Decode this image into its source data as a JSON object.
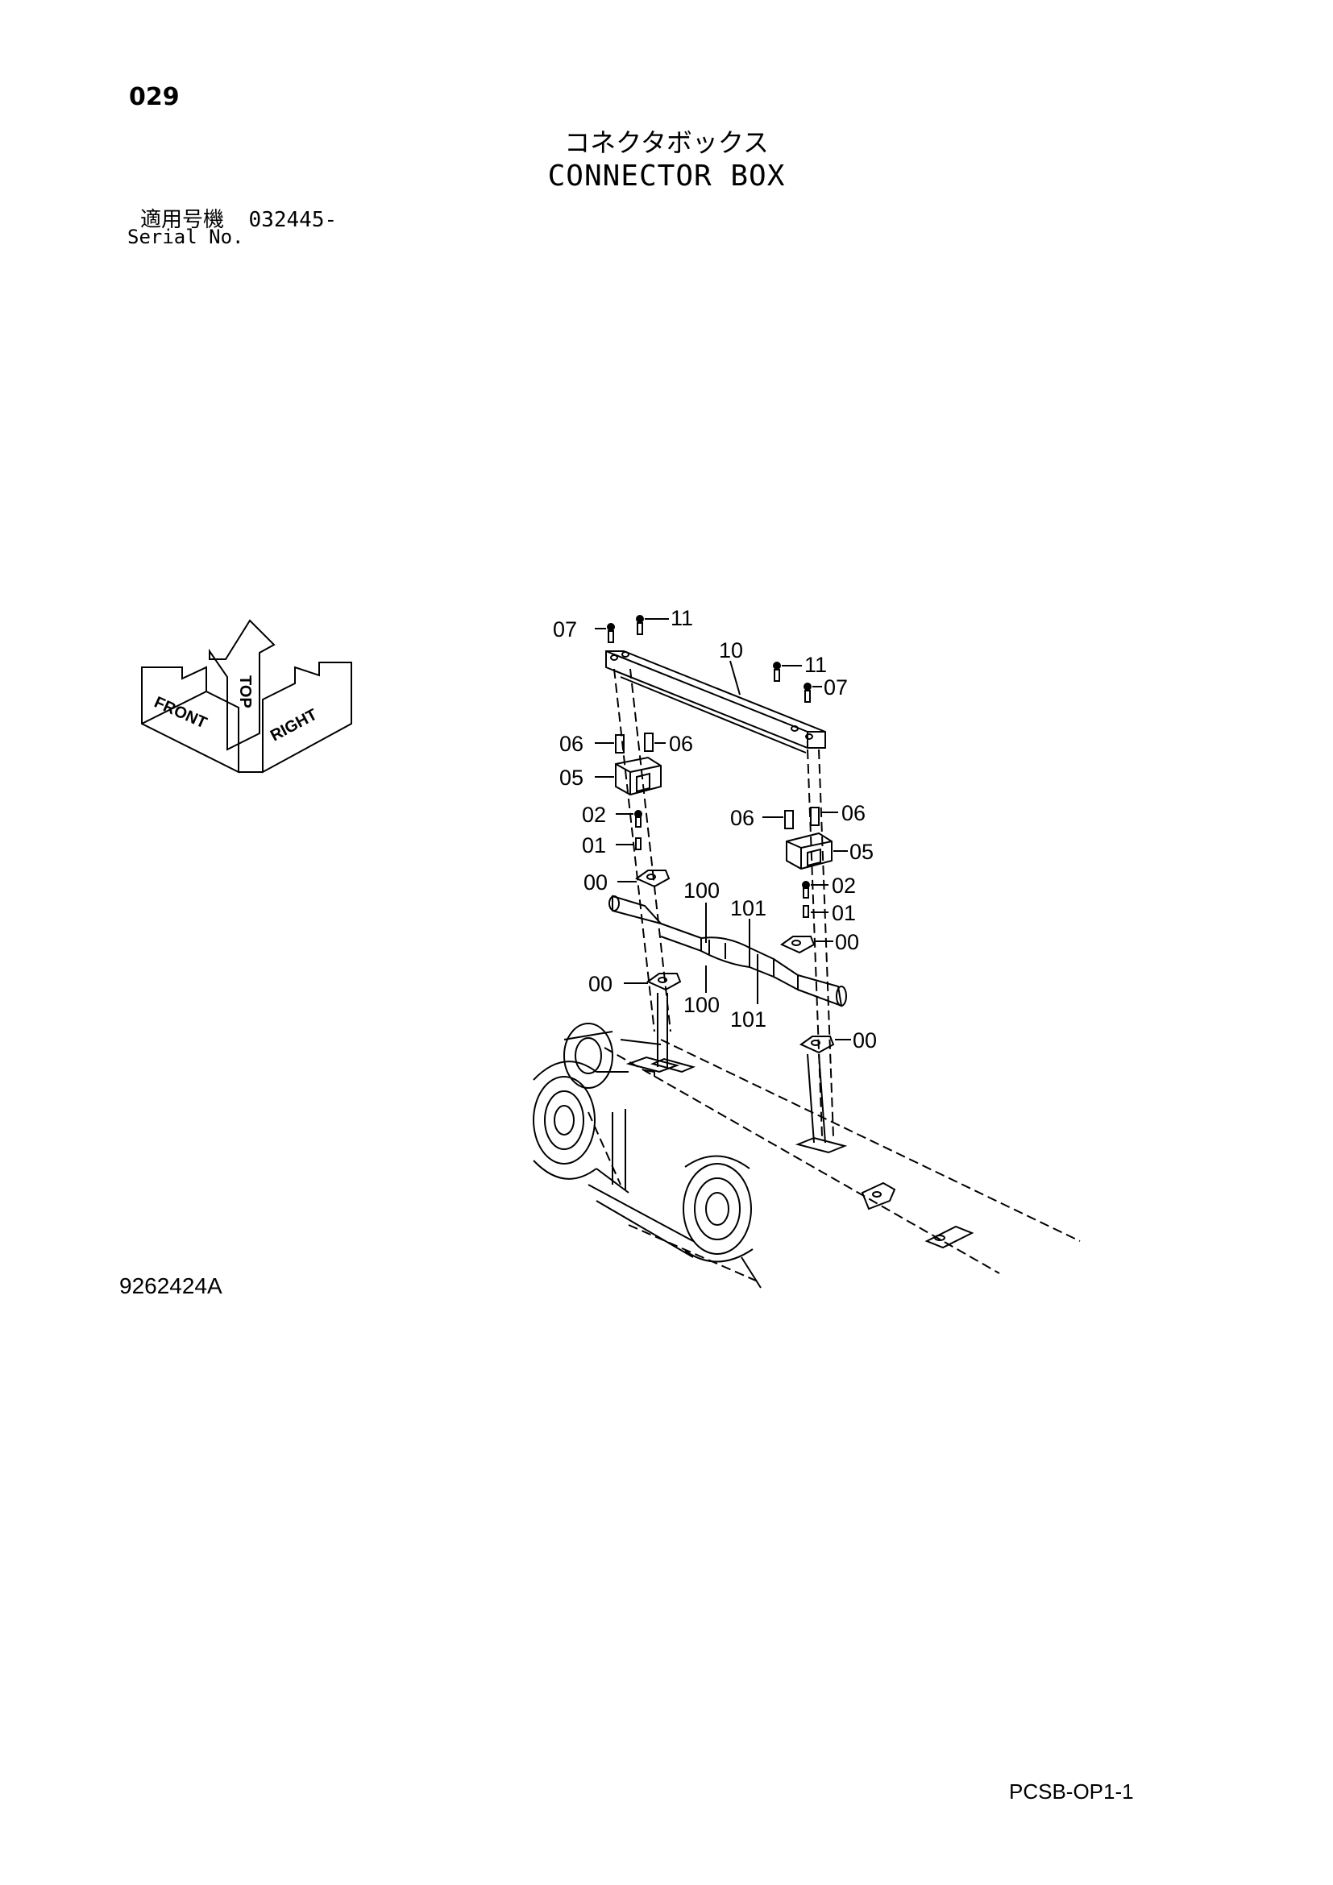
{
  "header": {
    "page_number": "029",
    "title_jp": "コネクタボックス",
    "title_en": "CONNECTOR BOX",
    "serial_label_jp": "適用号機",
    "serial_value": "032445-",
    "serial_label_en": "Serial No."
  },
  "orientation": {
    "top": "TOP",
    "front": "FRONT",
    "right": "RIGHT"
  },
  "callouts": {
    "c07a": "07",
    "c11a": "11",
    "c10": "10",
    "c11b": "11",
    "c07b": "07",
    "c06a": "06",
    "c06b": "06",
    "c05a": "05",
    "c02a": "02",
    "c01a": "01",
    "c00a": "00",
    "c06c": "06",
    "c06d": "06",
    "c05b": "05",
    "c100a": "100",
    "c101a": "101",
    "c02b": "02",
    "c01b": "01",
    "c00b": "00",
    "c00c": "00",
    "c100b": "100",
    "c101b": "101",
    "c00d": "00"
  },
  "footer": {
    "figure_id": "9262424A",
    "page_code": "PCSB-OP1-1"
  }
}
